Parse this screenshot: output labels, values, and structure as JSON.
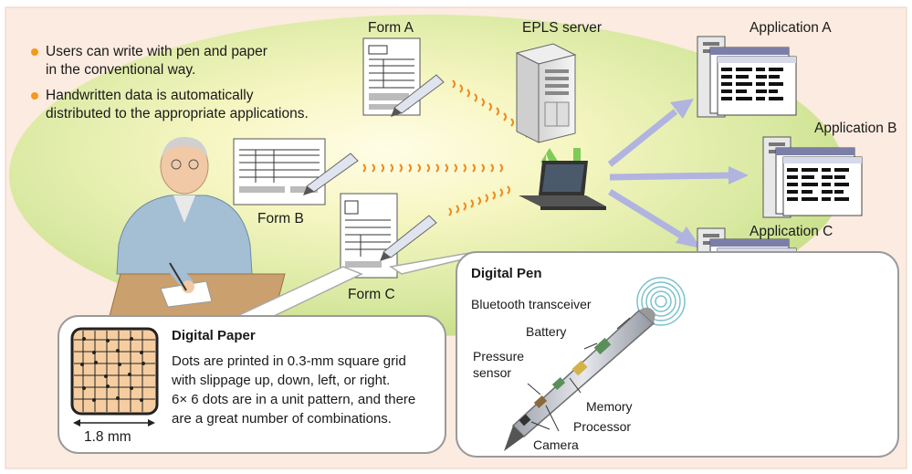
{
  "bullets": [
    {
      "lines": [
        "Users can write with pen and paper",
        "in the conventional way."
      ]
    },
    {
      "lines": [
        "Handwritten data is automatically",
        "distributed to the appropriate applications."
      ]
    }
  ],
  "forms": {
    "a": "Form A",
    "b": "Form B",
    "c": "Form C"
  },
  "server_label": "EPLS server",
  "applications": {
    "a": "Application A",
    "b": "Application B",
    "c": "Application C"
  },
  "digital_paper": {
    "title": "Digital Paper",
    "description": [
      "Dots are printed in 0.3-mm square grid",
      "with slippage up, down, left, or right.",
      "6× 6 dots are in a unit pattern, and there",
      "are a great number of combinations."
    ],
    "dimension": "1.8 mm"
  },
  "digital_pen": {
    "title": "Digital Pen",
    "components": {
      "bluetooth": "Bluetooth transceiver",
      "battery": "Battery",
      "pressure": [
        "Pressure",
        "sensor"
      ],
      "memory": "Memory",
      "processor": "Processor",
      "camera": "Camera"
    }
  },
  "colors": {
    "frame_bg": "#fcebe0",
    "ellipse": "#c5dd86",
    "arrow_app": "#b1b3e0",
    "arrow_up": "#7ecb55",
    "wave": "#f08a1e",
    "bullet": "#f39a1e"
  }
}
